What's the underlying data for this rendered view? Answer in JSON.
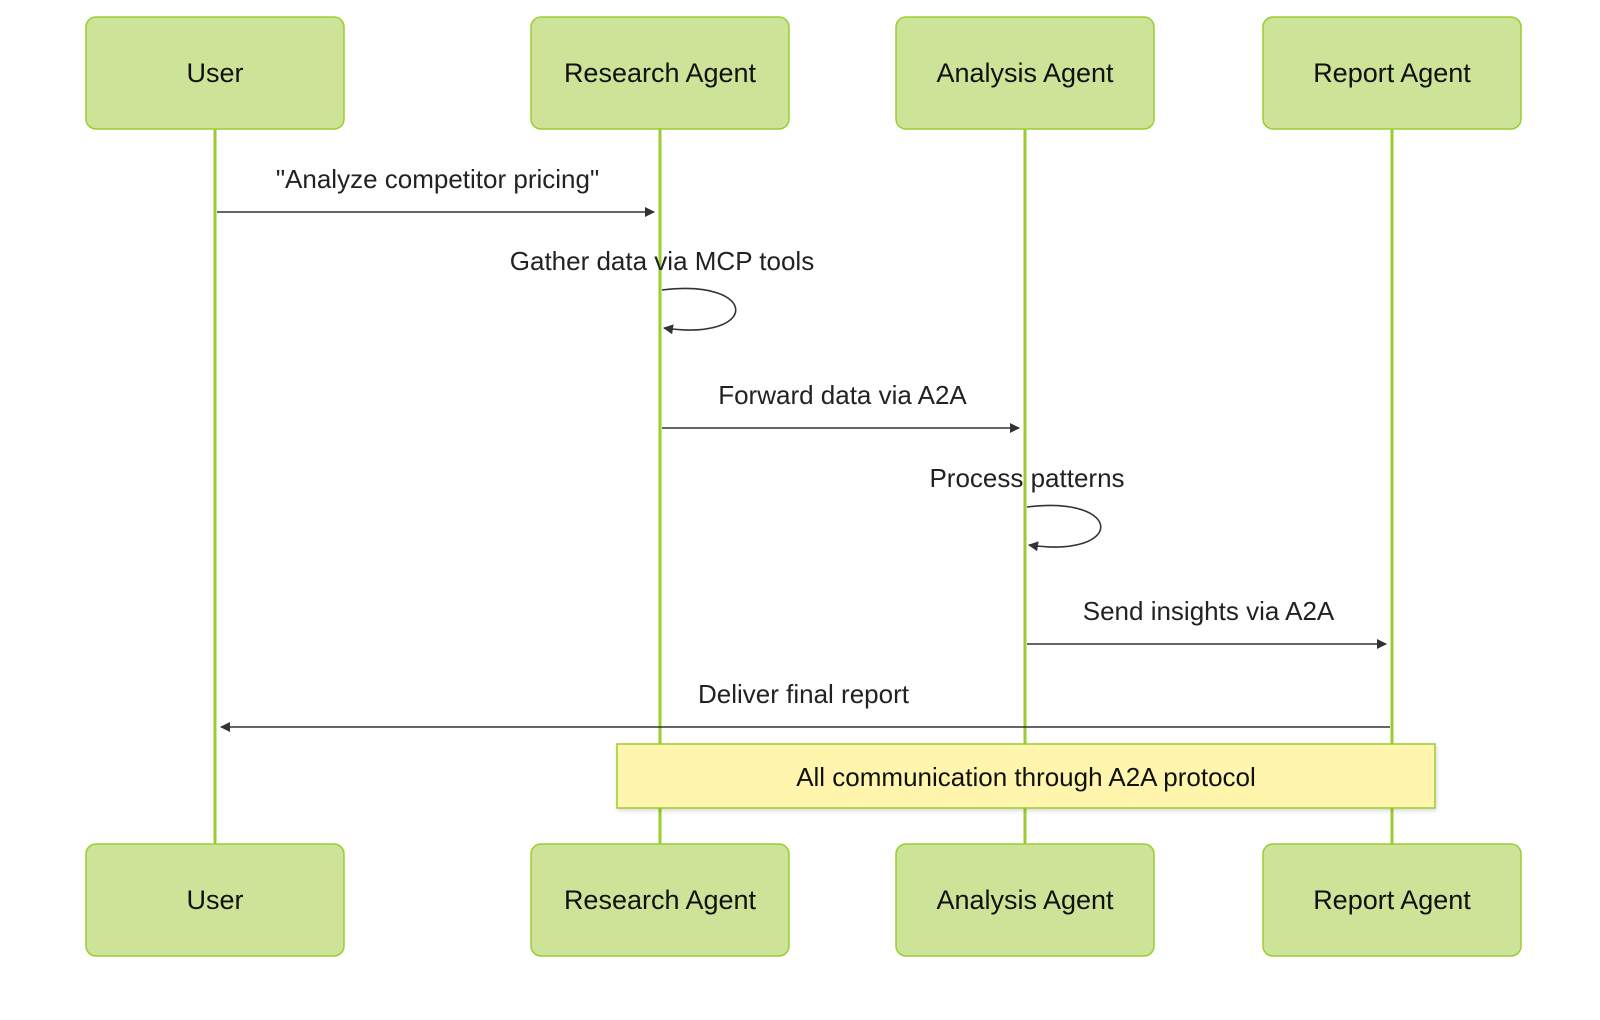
{
  "diagram": {
    "type": "sequence",
    "colors": {
      "actor_fill": "#cde498",
      "actor_stroke": "#9acd32",
      "lifeline": "#9acd32",
      "message": "#333333",
      "note_fill": "#fff5ad",
      "text": "#111111"
    },
    "participants": [
      {
        "id": "user",
        "label": "User"
      },
      {
        "id": "research",
        "label": "Research Agent"
      },
      {
        "id": "analysis",
        "label": "Analysis Agent"
      },
      {
        "id": "report",
        "label": "Report Agent"
      }
    ],
    "messages": [
      {
        "from": "user",
        "to": "research",
        "label": "\"Analyze competitor pricing\""
      },
      {
        "from": "research",
        "to": "research",
        "label": "Gather data via MCP tools"
      },
      {
        "from": "research",
        "to": "analysis",
        "label": "Forward data via A2A"
      },
      {
        "from": "analysis",
        "to": "analysis",
        "label": "Process patterns"
      },
      {
        "from": "analysis",
        "to": "report",
        "label": "Send insights via A2A"
      },
      {
        "from": "report",
        "to": "user",
        "label": "Deliver final report"
      }
    ],
    "note": {
      "over": [
        "research",
        "report"
      ],
      "label": "All communication through A2A protocol"
    }
  }
}
